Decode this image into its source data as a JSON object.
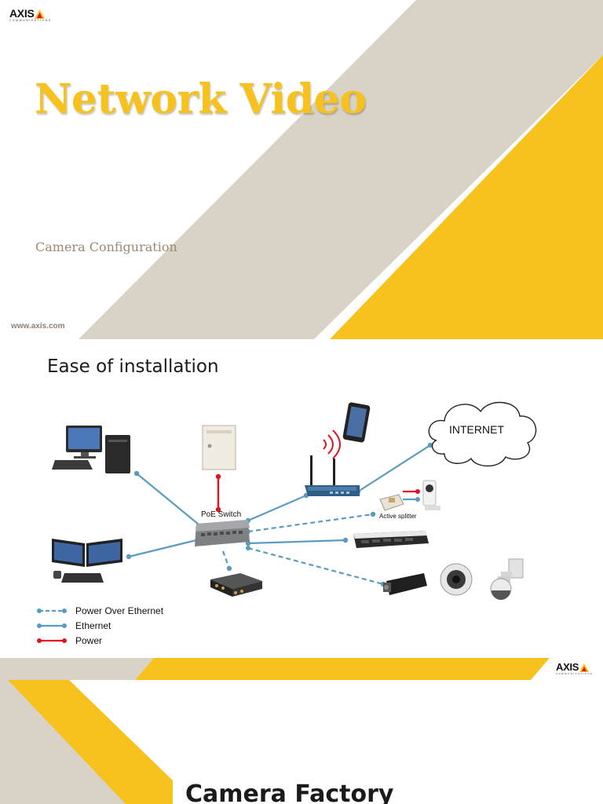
{
  "brand": {
    "logo_word": "AXIS",
    "logo_tagline": "COMMUNICATIONS",
    "colors": {
      "yellow": "#f7c21e",
      "beige": "#d9d2c7",
      "blue": "#5b9bc0",
      "red": "#e0141e"
    }
  },
  "slide1": {
    "title": "Network Video",
    "subtitle": "Camera Configuration",
    "url": "www.axis.com"
  },
  "slide2": {
    "title": "Ease of installation",
    "labels": {
      "internet": "INTERNET",
      "poe_switch": "PoE Switch",
      "active_splitter": "Active splitter"
    },
    "legend": [
      {
        "label": "Power Over Ethernet",
        "style": "dashed",
        "color": "#5b9bc0"
      },
      {
        "label": "Ethernet",
        "style": "solid",
        "color": "#5b9bc0"
      },
      {
        "label": "Power",
        "style": "solid",
        "color": "#e0141e"
      }
    ]
  },
  "slide3": {
    "title": "Camera Factory"
  }
}
